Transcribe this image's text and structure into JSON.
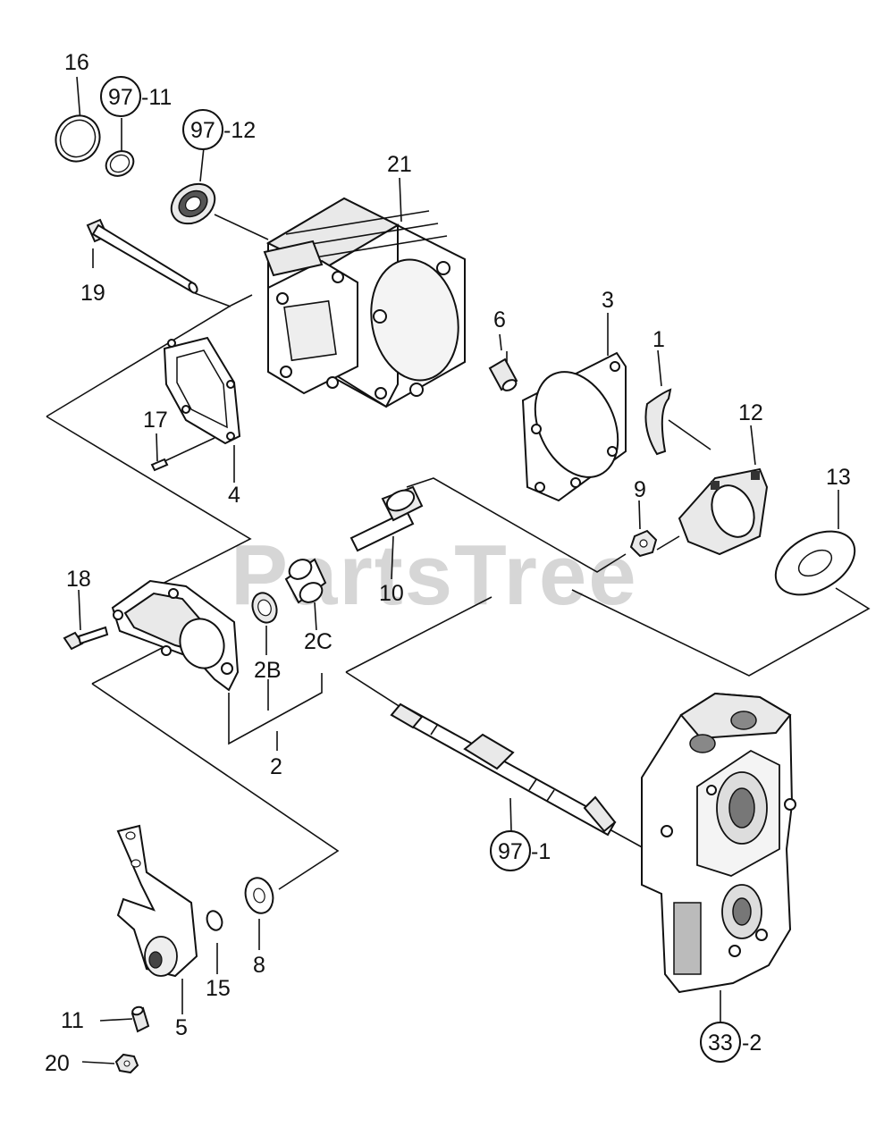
{
  "watermark": "PartsTree",
  "labels": {
    "p16": "16",
    "p97_11_ring": "97",
    "p97_11_suffix": "-11",
    "p97_12_ring": "97",
    "p97_12_suffix": "-12",
    "p21": "21",
    "p19": "19",
    "p6": "6",
    "p3": "3",
    "p1": "1",
    "p12": "12",
    "p13": "13",
    "p17": "17",
    "p4": "4",
    "p9": "9",
    "p10": "10",
    "p18": "18",
    "p2B": "2B",
    "p2C": "2C",
    "p2": "2",
    "p97_1_ring": "97",
    "p97_1_suffix": "-1",
    "p5": "5",
    "p15": "15",
    "p8": "8",
    "p11": "11",
    "p20": "20",
    "p33_2_ring": "33",
    "p33_2_suffix": "-2"
  }
}
